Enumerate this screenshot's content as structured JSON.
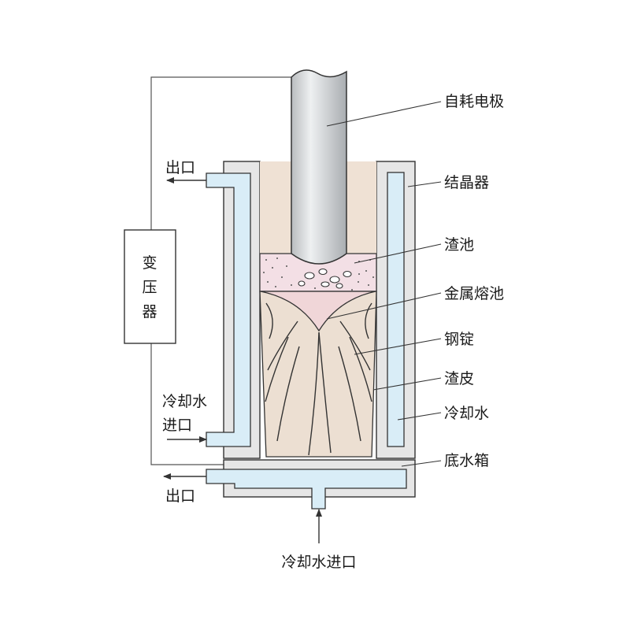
{
  "labels": {
    "electrode": "自耗电极",
    "mold": "结晶器",
    "slag_pool": "渣池",
    "metal_pool": "金属熔池",
    "ingot": "钢锭",
    "slag_skin": "渣皮",
    "cooling_water": "冷却水",
    "bottom_tank": "底水箱",
    "outlet_top": "出口",
    "outlet_bottom": "出口",
    "inlet_side_1": "冷却水",
    "inlet_side_2": "进口",
    "inlet_bottom": "冷却水进口",
    "transformer": [
      "变",
      "压",
      "器"
    ]
  },
  "colors": {
    "wall": "#e6e6e6",
    "water": "#d9edf7",
    "electrode": "#d6d8da",
    "slag": "#f3dfe5",
    "metal_pool": "#f0d6d8",
    "ingot": "#ecdfd2",
    "stroke": "#333333"
  }
}
